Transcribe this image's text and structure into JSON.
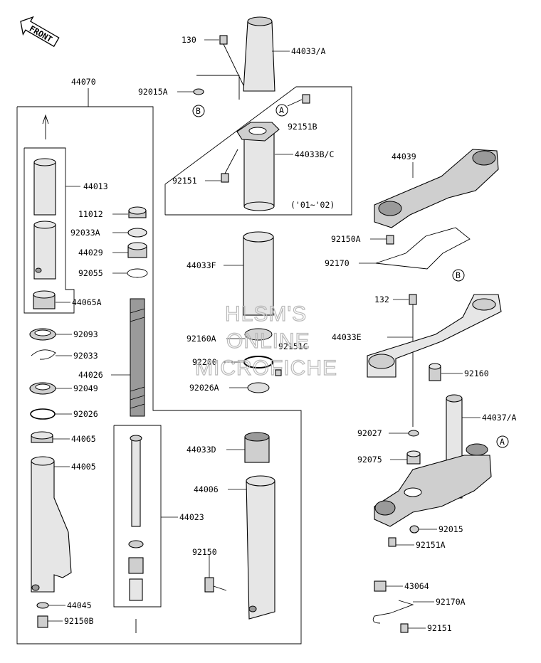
{
  "front_label": "FRONT",
  "watermark": [
    "HLSM'S",
    "ONLINE",
    "MICROFICHE"
  ],
  "year_note": "('01~'02)",
  "callouts": {
    "a": "A",
    "b": "B"
  },
  "part_numbers": [
    {
      "id": "130",
      "label": "130"
    },
    {
      "id": "44033-a",
      "label": "44033/A"
    },
    {
      "id": "92015a",
      "label": "92015A"
    },
    {
      "id": "92151b",
      "label": "92151B"
    },
    {
      "id": "44033b-c",
      "label": "44033B/C"
    },
    {
      "id": "92151-top",
      "label": "92151"
    },
    {
      "id": "44070",
      "label": "44070"
    },
    {
      "id": "44013",
      "label": "44013"
    },
    {
      "id": "11012",
      "label": "11012"
    },
    {
      "id": "92033a",
      "label": "92033A"
    },
    {
      "id": "44029",
      "label": "44029"
    },
    {
      "id": "92055",
      "label": "92055"
    },
    {
      "id": "44065a",
      "label": "44065A"
    },
    {
      "id": "92093",
      "label": "92093"
    },
    {
      "id": "92033",
      "label": "92033"
    },
    {
      "id": "44026",
      "label": "44026"
    },
    {
      "id": "92049",
      "label": "92049"
    },
    {
      "id": "92026",
      "label": "92026"
    },
    {
      "id": "44065",
      "label": "44065"
    },
    {
      "id": "44005",
      "label": "44005"
    },
    {
      "id": "44045",
      "label": "44045"
    },
    {
      "id": "92150b",
      "label": "92150B"
    },
    {
      "id": "44033f",
      "label": "44033F"
    },
    {
      "id": "92160a",
      "label": "92160A"
    },
    {
      "id": "92151c",
      "label": "92151C"
    },
    {
      "id": "92200",
      "label": "92200"
    },
    {
      "id": "92026a",
      "label": "92026A"
    },
    {
      "id": "44033d",
      "label": "44033D"
    },
    {
      "id": "44006",
      "label": "44006"
    },
    {
      "id": "44023",
      "label": "44023"
    },
    {
      "id": "92150",
      "label": "92150"
    },
    {
      "id": "44039",
      "label": "44039"
    },
    {
      "id": "92150a",
      "label": "92150A"
    },
    {
      "id": "92170",
      "label": "92170"
    },
    {
      "id": "132",
      "label": "132"
    },
    {
      "id": "44033e",
      "label": "44033E"
    },
    {
      "id": "92160",
      "label": "92160"
    },
    {
      "id": "44037-a",
      "label": "44037/A"
    },
    {
      "id": "92027",
      "label": "92027"
    },
    {
      "id": "92075",
      "label": "92075"
    },
    {
      "id": "92015",
      "label": "92015"
    },
    {
      "id": "92151a",
      "label": "92151A"
    },
    {
      "id": "43064",
      "label": "43064"
    },
    {
      "id": "92170a",
      "label": "92170A"
    },
    {
      "id": "92151-bottom",
      "label": "92151"
    }
  ]
}
